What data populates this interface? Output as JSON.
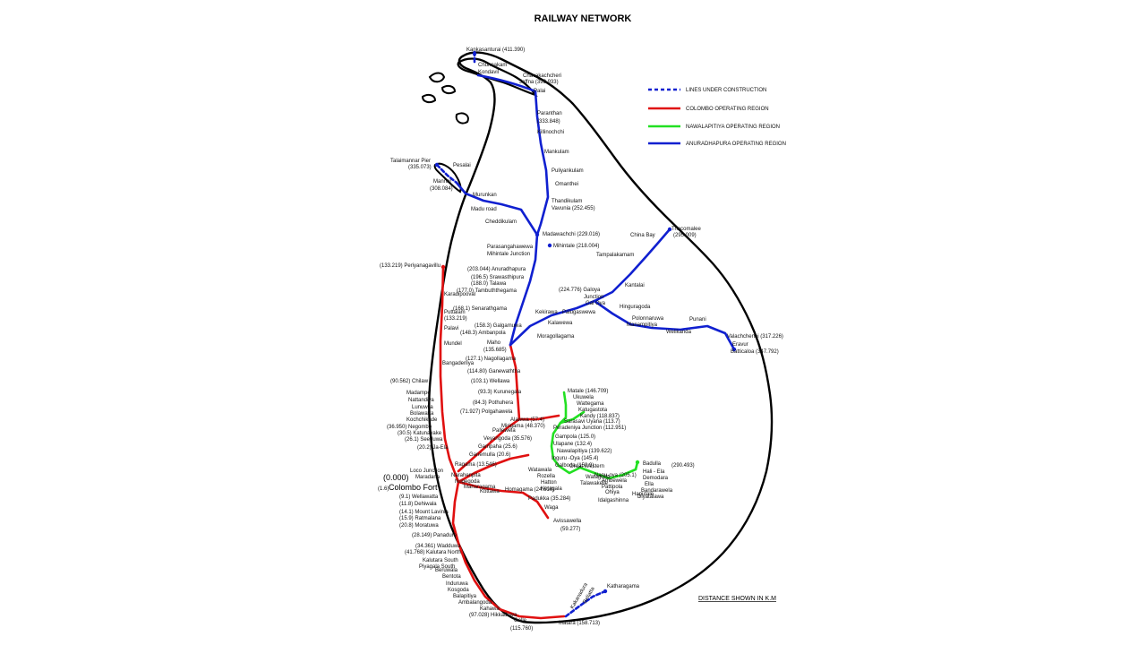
{
  "title": "RAILWAY NETWORK",
  "legend": [
    {
      "key": "construction",
      "label": "LINES UNDER CONSTRUCTION",
      "color": "#1020d0",
      "style": "dashed"
    },
    {
      "key": "colombo",
      "label": "COLOMBO OPERATING REGION",
      "color": "#e01010",
      "style": "solid"
    },
    {
      "key": "nawalapitiya",
      "label": "NAWALAPITIYA OPERATING REGION",
      "color": "#22e022",
      "style": "solid"
    },
    {
      "key": "anuradhapura",
      "label": "ANURADHAPURA OPERATING REGION",
      "color": "#1020d0",
      "style": "solid"
    }
  ],
  "note": "DISTANCE  SHOWN IN K.M",
  "colombo": {
    "km": "(0.000)",
    "name": "Colombo Fort"
  },
  "stations": [
    "Kankasanturai (411.390)",
    "Chunnakam",
    "Kondavil",
    "Chavakachcheri",
    "Jaffna (393.933)",
    "Palai",
    "Paranthan",
    "(333.848)",
    "Killinochchi",
    "Mankulam",
    "Puliyankulam",
    "Omanthei",
    "Thandikulam",
    "Vavunia (252.455)",
    "Talaimannar Pier",
    "(335.073)",
    "Pesalai",
    "Mannar",
    "(308.084)",
    "Murunkan",
    "Madu road",
    "Cheddikulam",
    "Madawachchi (229.016)",
    "Parasangahawewa",
    "Mihintale Junction",
    "Mihintale (218.004)",
    "(203.044) Anuradhapura",
    "(196.5) Srawasthipura",
    "(188.0) Talawa",
    "(177.0) Tambuththegama",
    "(168.1) Senarathgama",
    "(158.3) Galgamuwa",
    "(148.3) Ambanpola",
    "Maho",
    "(135.685)",
    "Trincomalee",
    "(295.009)",
    "China Bay",
    "Tampalakamam",
    "Kantalai",
    "(224.776) Galoya",
    "Junction",
    "Hinguragoda",
    "Gal Oya",
    "Palugaswewa",
    "Kekirawa",
    "Kalawewa",
    "Moragollagama",
    "Polonnaruwa",
    "Manampitiya",
    "Welikanda",
    "Punani",
    "Valachchenai (317.226)",
    "Eravur",
    "Batticaloa (347.792)",
    "(133.219) Periyanagavillu",
    "Karadipooval",
    "Puttalam",
    "(133.219)",
    "Palavi",
    "Mundel",
    "Bangadeniya",
    "(127.1) Nagollagama",
    "(114.80) Ganewaththa",
    "(103.1) Wellawa",
    "(93.3) Kurunegala",
    "(84.3) Pothuhera",
    "(71.927) Polgahawela",
    "(90.562) Chilaw",
    "Madampe",
    "Nattandiya",
    "Lunuwila",
    "Bolawatta",
    "Kochchikade",
    "(36.950) Negombo",
    "(30.5) Katunayake",
    "(26.1) Seeduwa",
    "(20.2) Ja-Ela",
    "Alawwa (57.4)",
    "Mirigama (48.370)",
    "Pallewela",
    "Veyangoda (35.576)",
    "Gampaha (25.6)",
    "Ganemulla (20.6)",
    "Ragama (13.546)",
    "Loco Junction",
    "Maradana",
    "(1.6)",
    "(9.1) Wellawatta",
    "(11.8) Dehiwala",
    "(14.1) Mount Lavinia",
    "(15.9) Ratmalana",
    "(20.8) Moratuwa",
    "(28.149)",
    "Panadure",
    "(34.361) Wadduwa",
    "(41.768) Kalutara North",
    "Kalutara South",
    "Piyagala South",
    "Beruwala",
    "Bentota",
    "Induruwa",
    "Kosgoda",
    "Balapitiya",
    "Ambalangoda",
    "Kahawa",
    "Hikkaduwa",
    "(97.028)",
    "Galle",
    "(115.760)",
    "Matara (158.713)",
    "Kakanadura",
    "Beliatta",
    "Katharagama",
    "Narahenpita",
    "Nugegoda",
    "Maharagama",
    "Kottawa",
    "Homagama (24.610)",
    "Padukka (35.284)",
    "Waga",
    "Avissawella",
    "(59.277)",
    "Matale (146.709)",
    "Ukuwela",
    "Wattegama",
    "Katugastota",
    "Kandy (118.837)",
    "Sarasavi Uyana (113.7)",
    "Peradeniya Junction (112.951)",
    "Gampola (125.0)",
    "Ulapane (132.4)",
    "Nawalapitiya (139.622)",
    "Inguru -Oya (145.4)",
    "Galboda (150.9)",
    "Great Western",
    "Watawala",
    "Rozella",
    "Hatton",
    "Kotagala",
    "Watagoda",
    "Talawakelle",
    "Nanu-oya (205.1)",
    "Ambewela",
    "Pattipola",
    "Ohiya",
    "Idalgashinna",
    "Haputale",
    "Badulla",
    "(290.493)",
    "Hali - Ela",
    "Demodara",
    "Ella",
    "Bandarawela",
    "Diyatalawa"
  ]
}
